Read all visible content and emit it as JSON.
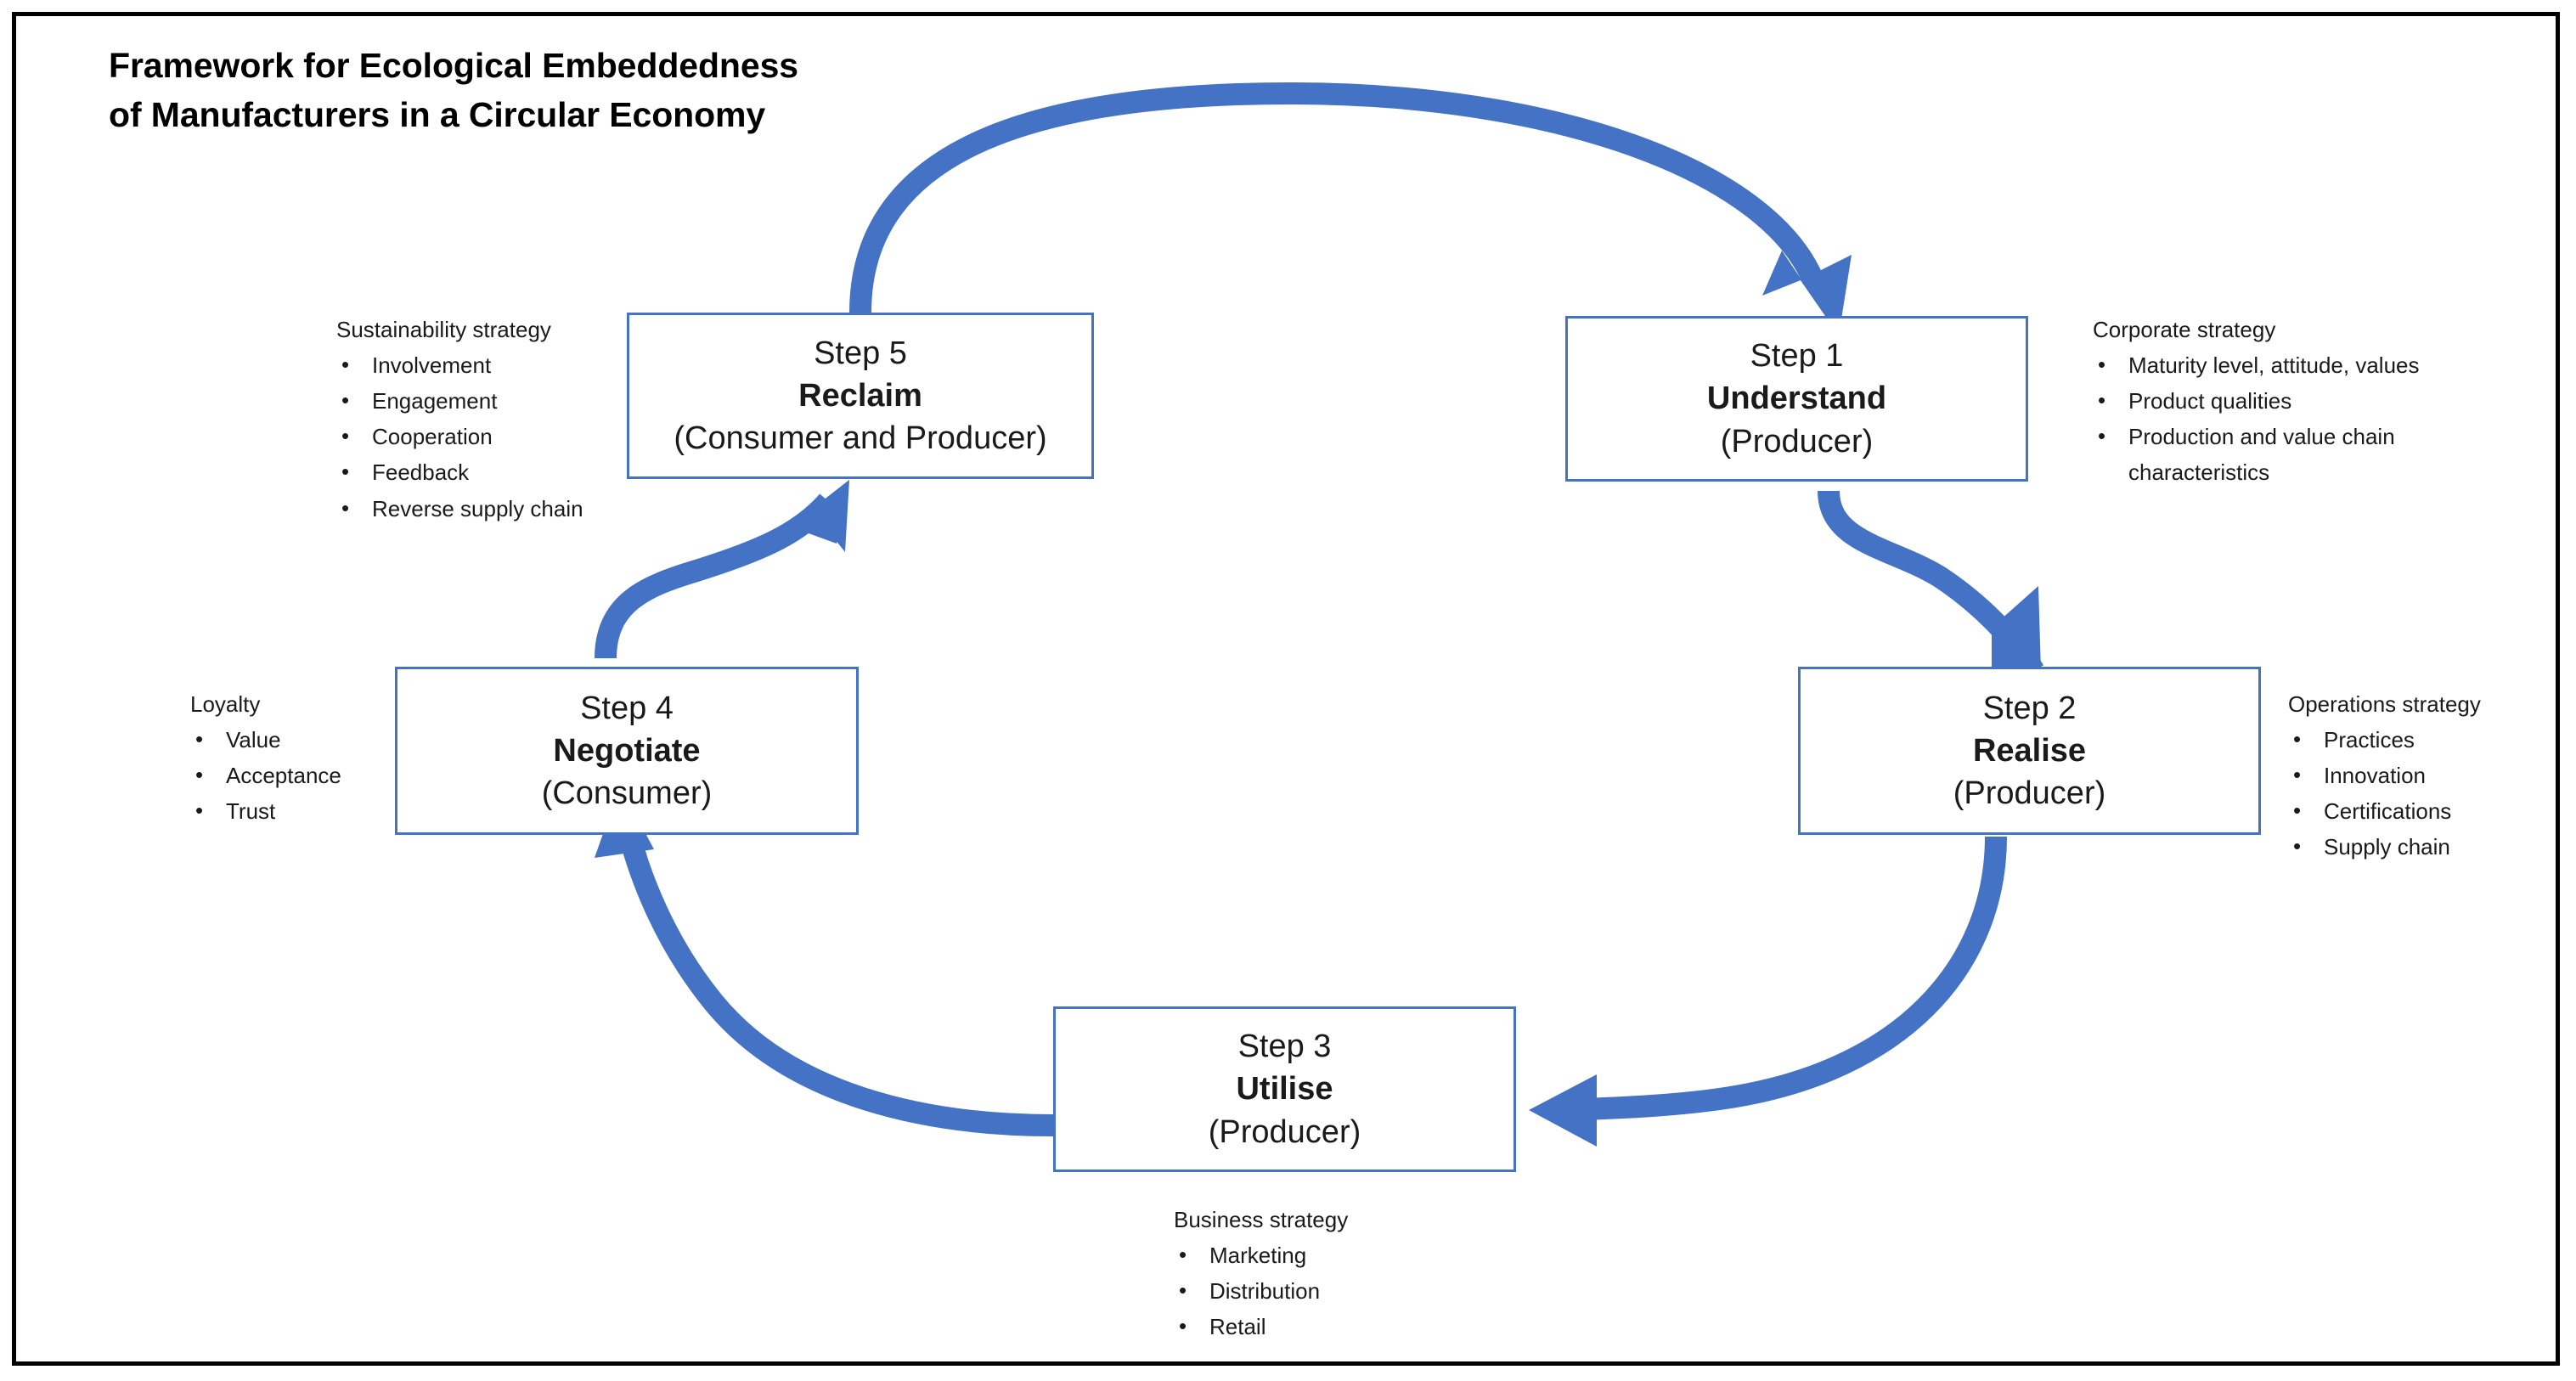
{
  "diagram": {
    "title": "Framework for Ecological Embeddedness\nof Manufacturers in a Circular Economy",
    "accent_color": "#4472C4",
    "border_color": "#000000",
    "text_color": "#1a1a1a"
  },
  "steps": [
    {
      "id": "step1",
      "number": "Step 1",
      "name": "Understand",
      "actor": "(Producer)"
    },
    {
      "id": "step2",
      "number": "Step 2",
      "name": "Realise",
      "actor": "(Producer)"
    },
    {
      "id": "step3",
      "number": "Step 3",
      "name": "Utilise",
      "actor": "(Producer)"
    },
    {
      "id": "step4",
      "number": "Step 4",
      "name": "Negotiate",
      "actor": "(Consumer)"
    },
    {
      "id": "step5",
      "number": "Step 5",
      "name": "Reclaim",
      "actor": "(Consumer and Producer)"
    }
  ],
  "annotations": {
    "corporate": {
      "heading": "Corporate strategy",
      "items": [
        "Maturity level, attitude, values",
        "Product qualities",
        "Production and value chain characteristics"
      ]
    },
    "operations": {
      "heading": "Operations strategy",
      "items": [
        "Practices",
        "Innovation",
        "Certifications",
        "Supply chain"
      ]
    },
    "business": {
      "heading": "Business strategy",
      "items": [
        "Marketing",
        "Distribution",
        "Retail"
      ]
    },
    "loyalty": {
      "heading": "Loyalty",
      "items": [
        "Value",
        "Acceptance",
        "Trust"
      ]
    },
    "sustainability": {
      "heading": "Sustainability strategy",
      "items": [
        "Involvement",
        "Engagement",
        "Cooperation",
        "Feedback",
        "Reverse supply chain"
      ]
    }
  },
  "flow": [
    {
      "from": "Step 5",
      "to": "Step 1"
    },
    {
      "from": "Step 1",
      "to": "Step 2"
    },
    {
      "from": "Step 2",
      "to": "Step 3"
    },
    {
      "from": "Step 3",
      "to": "Step 4"
    },
    {
      "from": "Step 4",
      "to": "Step 5"
    }
  ]
}
